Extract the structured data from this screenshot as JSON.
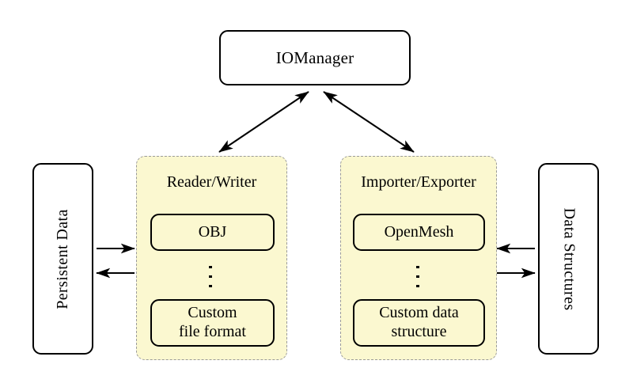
{
  "diagram": {
    "title_node": {
      "label": "IOManager"
    },
    "left_store": {
      "label": "Persistent Data"
    },
    "right_store": {
      "label": "Data Structures"
    },
    "panels": [
      {
        "title": "Reader/Writer",
        "items": [
          {
            "label": "OBJ"
          },
          {
            "label": "Custom\nfile format"
          }
        ],
        "ellipsis": "⋮"
      },
      {
        "title": "Importer/Exporter",
        "items": [
          {
            "label": "OpenMesh"
          },
          {
            "label": "Custom data\nstructure"
          }
        ],
        "ellipsis": "⋮"
      }
    ],
    "connections": [
      {
        "name": "manager-to-reader-writer",
        "style": "double-headed"
      },
      {
        "name": "manager-to-importer-exporter",
        "style": "double-headed"
      },
      {
        "name": "persistent-data-to-reader-writer",
        "style": "single-right"
      },
      {
        "name": "reader-writer-to-persistent-data",
        "style": "single-left"
      },
      {
        "name": "data-structures-to-importer-exporter",
        "style": "single-left"
      },
      {
        "name": "importer-exporter-to-data-structures",
        "style": "single-right"
      }
    ],
    "colors": {
      "panel_fill": "#fbf8d0",
      "panel_border": "#9a9a9a",
      "node_border": "#000000",
      "node_fill": "#ffffff",
      "background": "#ffffff",
      "arrow": "#000000"
    }
  }
}
